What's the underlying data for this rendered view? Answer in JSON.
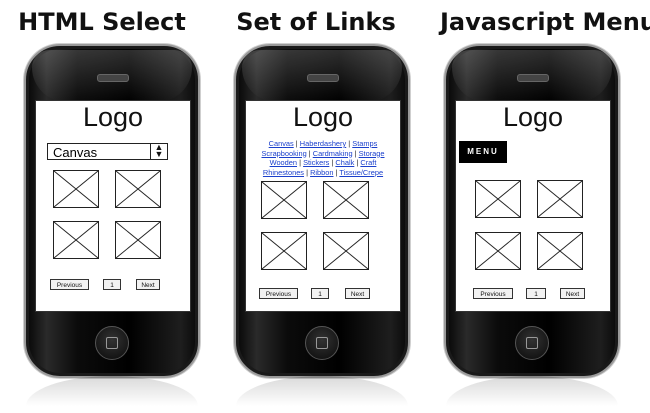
{
  "headings": [
    "HTML Select",
    "Set of Links",
    "Javascript Menu"
  ],
  "logo_text": "Logo",
  "select": {
    "value": "Canvas",
    "arrows": "▲▼"
  },
  "links": [
    "Canvas",
    "Haberdashery",
    "Stamps",
    "Scrapbooking",
    "Cardmaking",
    "Storage",
    "Wooden",
    "Stickers",
    "Chalk",
    "Craft",
    "Rhinestones",
    "Ribbon",
    "Tissue/Crepe"
  ],
  "link_separator": "|",
  "menu_label": "MENU",
  "pagination": {
    "previous": "Previous",
    "page": "1",
    "next": "Next"
  }
}
